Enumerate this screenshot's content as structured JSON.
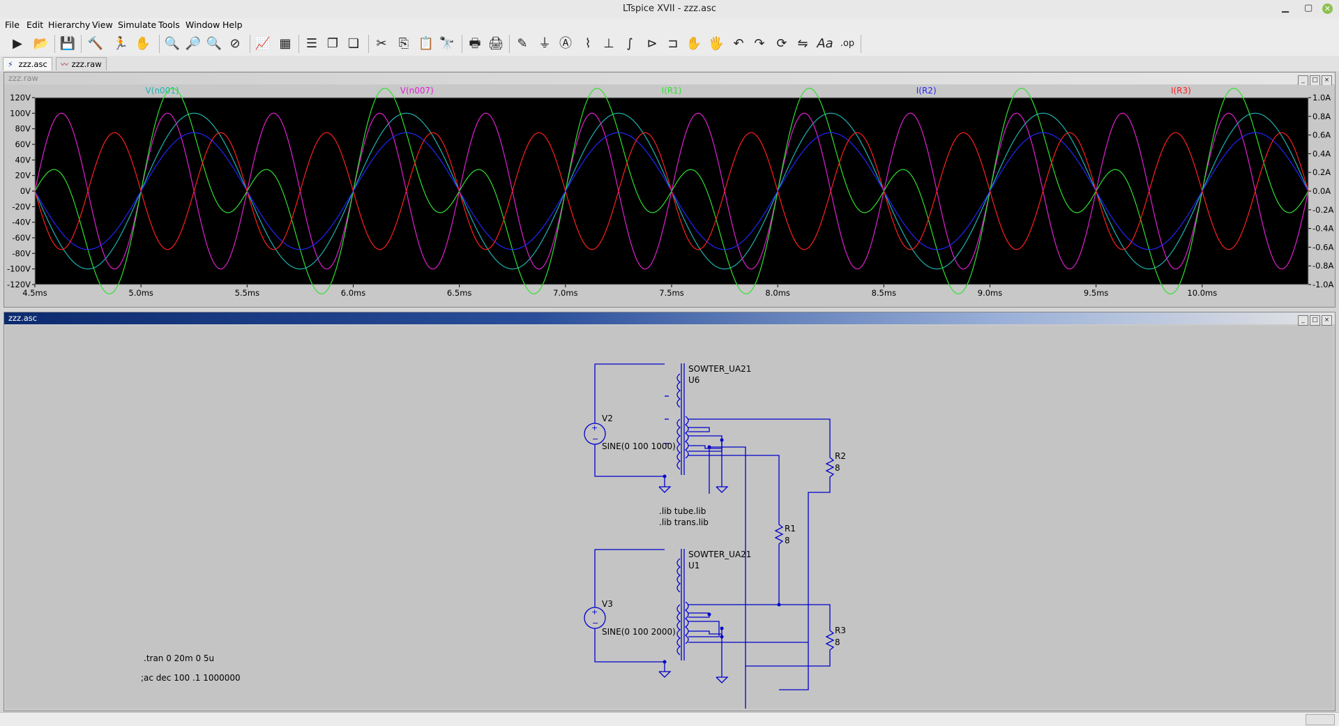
{
  "window": {
    "title": "LTspice XVII - zzz.asc"
  },
  "menu": [
    "File",
    "Edit",
    "Hierarchy",
    "View",
    "Simulate",
    "Tools",
    "Window",
    "Help"
  ],
  "tabs": [
    {
      "label": "zzz.asc",
      "active": true
    },
    {
      "label": "zzz.raw",
      "active": false
    }
  ],
  "wave_window": {
    "title": "zzz.raw",
    "traces": [
      {
        "name": "V(n001)",
        "color": "#20b2b2"
      },
      {
        "name": "V(n007)",
        "color": "#e020d0"
      },
      {
        "name": "I(R1)",
        "color": "#30e030"
      },
      {
        "name": "I(R2)",
        "color": "#2424ff"
      },
      {
        "name": "I(R3)",
        "color": "#ff2020"
      }
    ],
    "y_left_ticks": [
      "120V",
      "100V",
      "80V",
      "60V",
      "40V",
      "20V",
      "0V",
      "-20V",
      "-40V",
      "-60V",
      "-80V",
      "-100V",
      "-120V"
    ],
    "y_right_ticks": [
      "1.0A",
      "0.8A",
      "0.6A",
      "0.4A",
      "0.2A",
      "0.0A",
      "-0.2A",
      "-0.4A",
      "-0.6A",
      "-0.8A",
      "-1.0A"
    ],
    "x_ticks": [
      "4.5ms",
      "5.0ms",
      "5.5ms",
      "6.0ms",
      "6.5ms",
      "7.0ms",
      "7.5ms",
      "8.0ms",
      "8.5ms",
      "9.0ms",
      "9.5ms",
      "10.0ms"
    ]
  },
  "chart_data": {
    "type": "line",
    "xlabel": "",
    "ylabel": "",
    "xlim_ms": [
      4.5,
      10.5
    ],
    "ylim_left": [
      -120,
      120
    ],
    "ylim_right": [
      -1.0,
      1.0
    ],
    "grid": false,
    "legend": "top",
    "series": [
      {
        "name": "V(n001)",
        "axis": "left",
        "description_formula": "100*sin(2*pi*1000*t)",
        "amplitude": 100,
        "frequency_hz": 1000
      },
      {
        "name": "V(n007)",
        "axis": "left",
        "description_formula": "100*sin(2*pi*2000*t)",
        "amplitude": 100,
        "frequency_hz": 2000
      },
      {
        "name": "I(R1)",
        "axis": "right",
        "components": [
          {
            "amp": 0.625,
            "freq_hz": 1000,
            "sign": 1
          },
          {
            "amp": 0.625,
            "freq_hz": 2000,
            "sign": 1
          }
        ]
      },
      {
        "name": "I(R2)",
        "axis": "right",
        "components": [
          {
            "amp": 0.625,
            "freq_hz": 1000,
            "sign": 1
          }
        ]
      },
      {
        "name": "I(R3)",
        "axis": "right",
        "components": [
          {
            "amp": 0.625,
            "freq_hz": 2000,
            "sign": -1
          }
        ]
      }
    ]
  },
  "schematic_window": {
    "title": "zzz.asc",
    "labels": {
      "u6_model": "SOWTER_UA21",
      "u6_name": "U6",
      "u1_model": "SOWTER_UA21",
      "u1_name": "U1",
      "v2_name": "V2",
      "v2_value": "SINE(0 100 1000)",
      "v3_name": "V3",
      "v3_value": "SINE(0 100 2000)",
      "r1_name": "R1",
      "r1_value": "8",
      "r2_name": "R2",
      "r2_value": "8",
      "r3_name": "R3",
      "r3_value": "8",
      "lib1": ".lib tube.lib",
      "lib2": ".lib trans.lib",
      "tran": ".tran 0 20m 0 5u",
      "ac": ";ac dec 100 .1 1000000"
    }
  }
}
